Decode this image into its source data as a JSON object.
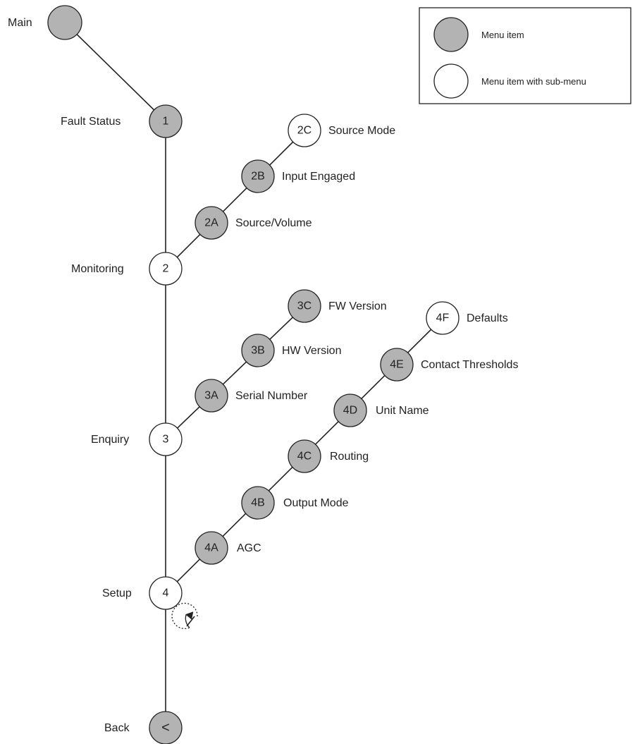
{
  "legend": {
    "menu_item": "Menu item",
    "menu_item_submenu": "Menu item with sub-menu"
  },
  "nodes": {
    "main": {
      "label": "Main",
      "badge": "",
      "type": "menu-item"
    },
    "n1": {
      "label": "Fault Status",
      "badge": "1",
      "type": "menu-item"
    },
    "n2": {
      "label": "Monitoring",
      "badge": "2",
      "type": "submenu"
    },
    "n2a": {
      "label": "Source/Volume",
      "badge": "2A",
      "type": "menu-item"
    },
    "n2b": {
      "label": "Input Engaged",
      "badge": "2B",
      "type": "menu-item"
    },
    "n2c": {
      "label": "Source Mode",
      "badge": "2C",
      "type": "submenu"
    },
    "n3": {
      "label": "Enquiry",
      "badge": "3",
      "type": "submenu"
    },
    "n3a": {
      "label": "Serial Number",
      "badge": "3A",
      "type": "menu-item"
    },
    "n3b": {
      "label": "HW Version",
      "badge": "3B",
      "type": "menu-item"
    },
    "n3c": {
      "label": "FW Version",
      "badge": "3C",
      "type": "menu-item"
    },
    "n4": {
      "label": "Setup",
      "badge": "4",
      "type": "submenu"
    },
    "n4a": {
      "label": "AGC",
      "badge": "4A",
      "type": "menu-item"
    },
    "n4b": {
      "label": "Output Mode",
      "badge": "4B",
      "type": "menu-item"
    },
    "n4c": {
      "label": "Routing",
      "badge": "4C",
      "type": "menu-item"
    },
    "n4d": {
      "label": "Unit Name",
      "badge": "4D",
      "type": "menu-item"
    },
    "n4e": {
      "label": "Contact Thresholds",
      "badge": "4E",
      "type": "menu-item"
    },
    "n4f": {
      "label": "Defaults",
      "badge": "4F",
      "type": "submenu"
    },
    "back": {
      "label": "Back",
      "badge": "<",
      "type": "menu-item"
    }
  },
  "icons": {
    "rotate": "rotate-dial-icon"
  }
}
